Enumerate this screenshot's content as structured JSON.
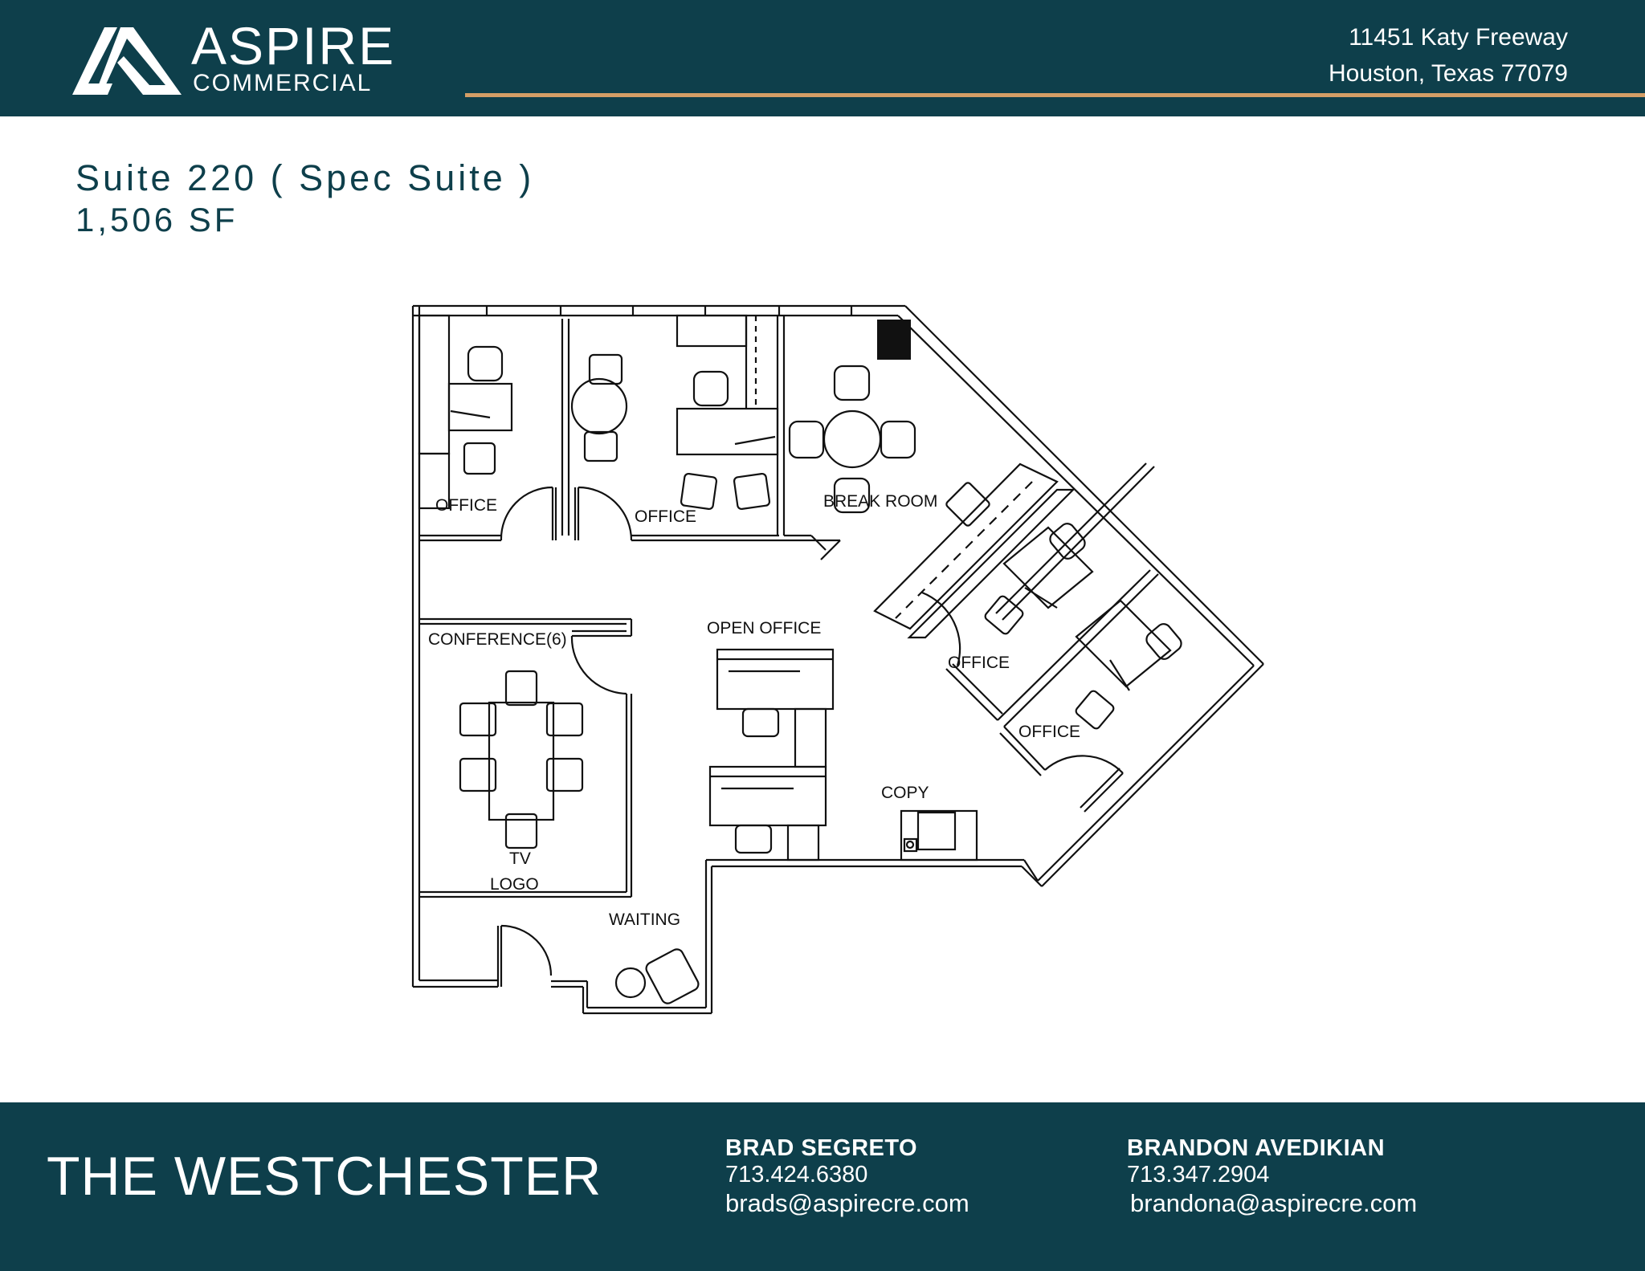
{
  "header": {
    "brand_name": "ASPIRE",
    "brand_sub": "COMMERCIAL",
    "address_line1": "11451 Katy Freeway",
    "address_line2": "Houston, Texas 77079",
    "colors": {
      "band": "#0e3f4b",
      "accent_line": "#d49e66",
      "text": "#ffffff"
    }
  },
  "suite": {
    "title": "Suite 220 ( Spec Suite )",
    "area": "1,506 SF"
  },
  "floor_plan": {
    "labels": {
      "office_1": "OFFICE",
      "office_2": "OFFICE",
      "break_room": "BREAK ROOM",
      "office_3": "OFFICE",
      "office_4": "OFFICE",
      "conference": "CONFERENCE(6)",
      "open_office": "OPEN OFFICE",
      "copy": "COPY",
      "tv": "TV",
      "logo": "LOGO",
      "waiting": "WAITING"
    }
  },
  "footer": {
    "building_name": "THE WESTCHESTER",
    "contacts": [
      {
        "name": "BRAD SEGRETO",
        "phone": "713.424.6380",
        "email": "brads@aspirecre.com"
      },
      {
        "name": "BRANDON AVEDIKIAN",
        "phone": "713.347.2904",
        "email": "brandona@aspirecre.com"
      }
    ]
  }
}
